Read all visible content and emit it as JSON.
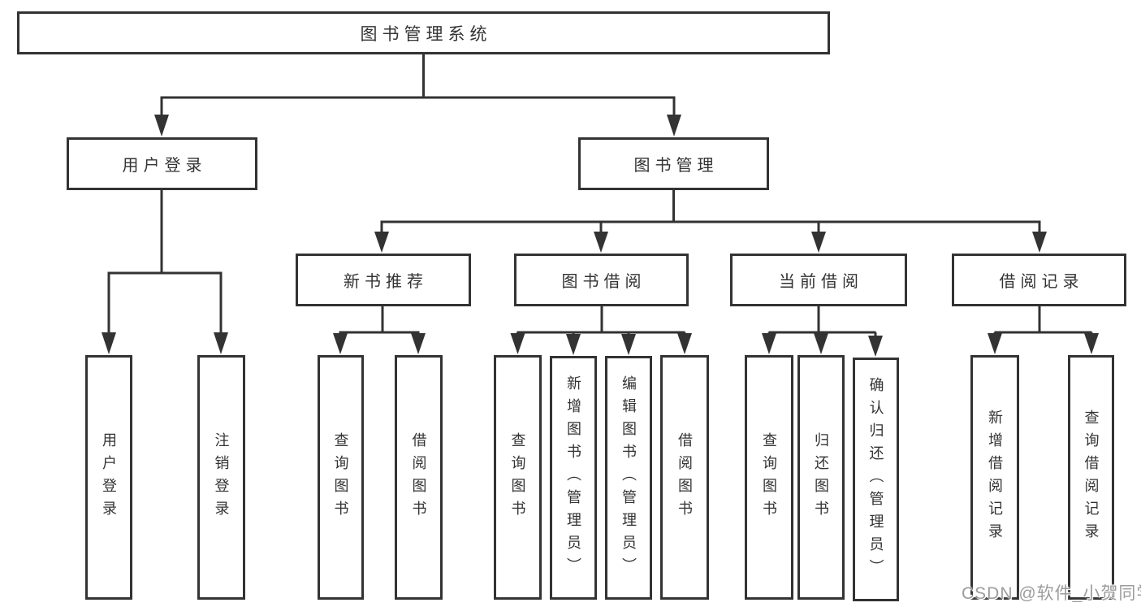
{
  "diagram": {
    "root_label": "图书管理系统",
    "level2": {
      "user_login": "用户登录",
      "book_management": "图书管理"
    },
    "level3": {
      "new_book_recommend": "新书推荐",
      "book_borrowing": "图书借阅",
      "current_borrowing": "当前借阅",
      "borrowing_records": "借阅记录"
    },
    "leaves": {
      "user_login": "用户登录",
      "logout_login": "注销登录",
      "recommend_query_book": "查询图书",
      "recommend_borrow_book": "借阅图书",
      "borrowing_query_book": "查询图书",
      "borrowing_add_book": "新增图书（管理员）",
      "borrowing_edit_book": "编辑图书（管理员）",
      "borrowing_borrow_book": "借阅图书",
      "current_query_book": "查询图书",
      "current_return_book": "归还图书",
      "current_confirm_return": "确认归还（管理员）",
      "records_add_record": "新增借阅记录",
      "records_query_record": "查询借阅记录"
    }
  },
  "watermark": {
    "text": "CSDN @软件_小贺同学"
  },
  "colors": {
    "line": "#333333",
    "text": "#333333",
    "background": "#ffffff",
    "watermark": "#9c9c9c"
  }
}
